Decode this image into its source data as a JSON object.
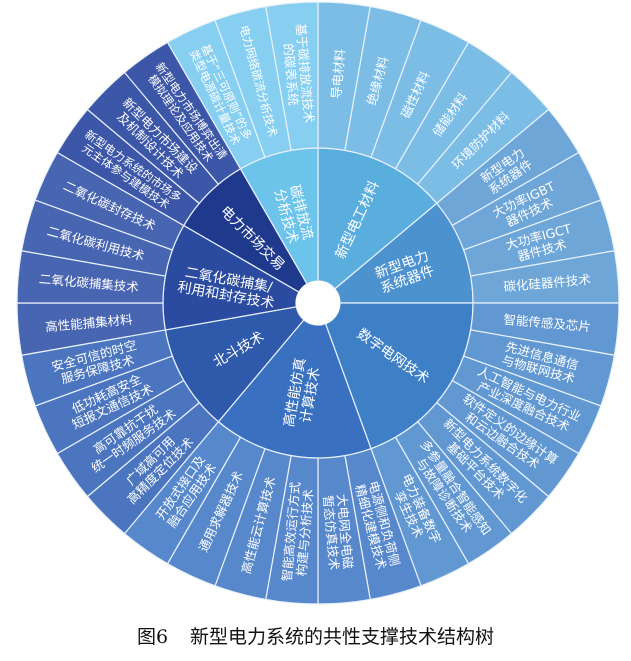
{
  "caption": {
    "figure_number": "图6",
    "title": "新型电力系统的共性支撑技术结构树"
  },
  "sunburst": [
    {
      "lines": [
        "新型电工材料"
      ],
      "color": "#5aaede",
      "leaf_color": "#7cbde6",
      "children": [
        {
          "lines": [
            "导电材料"
          ]
        },
        {
          "lines": [
            "绝缘材料"
          ]
        },
        {
          "lines": [
            "磁性材料"
          ]
        },
        {
          "lines": [
            "储能材料"
          ]
        },
        {
          "lines": [
            "环境防护材料"
          ]
        }
      ]
    },
    {
      "lines": [
        "新型电力",
        "系统器件"
      ],
      "color": "#4b92cf",
      "leaf_color": "#6ea6d8",
      "children": [
        {
          "lines": [
            "新型电力",
            "系统器件"
          ]
        },
        {
          "lines": [
            "大功率IGBT",
            "器件技术"
          ]
        },
        {
          "lines": [
            "大功率IGCT",
            "器件技术"
          ]
        },
        {
          "lines": [
            "碳化硅器件技术"
          ]
        }
      ]
    },
    {
      "lines": [
        "数字电网技术"
      ],
      "color": "#3e80c6",
      "leaf_color": "#6198d2",
      "children": [
        {
          "lines": [
            "智能传感及芯片"
          ]
        },
        {
          "lines": [
            "先进信息通信",
            "与物联网技术"
          ]
        },
        {
          "lines": [
            "人工智能与电力行业",
            "产业深度融合技术"
          ]
        },
        {
          "lines": [
            "软件定义的边缘计算",
            "和云边融合技术"
          ]
        },
        {
          "lines": [
            "新型电力系统数字化",
            "基础平台技术"
          ]
        },
        {
          "lines": [
            "多参量融合智能感知",
            "与故障诊断技术"
          ]
        },
        {
          "lines": [
            "电力装备数字",
            "孪生技术"
          ]
        }
      ]
    },
    {
      "lines": [
        "高性能仿真",
        "计算技术"
      ],
      "color": "#3970bf",
      "leaf_color": "#5788cb",
      "children": [
        {
          "lines": [
            "电源侧和负荷侧",
            "精细化建模技术"
          ]
        },
        {
          "lines": [
            "大电网全电磁",
            "暂态仿真技术"
          ]
        },
        {
          "lines": [
            "智能高效运行方式",
            "构建与分析技术"
          ]
        },
        {
          "lines": [
            "高性能云计算技术"
          ]
        },
        {
          "lines": [
            "通用求解器技术"
          ]
        },
        {
          "lines": [
            "开放式接口及",
            "融合应用技术"
          ]
        }
      ]
    },
    {
      "lines": [
        "北斗技术"
      ],
      "color": "#2f5aab",
      "leaf_color": "#4b76bf",
      "children": [
        {
          "lines": [
            "广域高可用",
            "高精度定位技术"
          ]
        },
        {
          "lines": [
            "高可靠抗干扰",
            "统一时频服务技术"
          ]
        },
        {
          "lines": [
            "低功耗高安全",
            "短报文通信技术"
          ]
        },
        {
          "lines": [
            "安全可信的时空",
            "服务保障技术"
          ]
        }
      ]
    },
    {
      "lines": [
        "二氧化碳捕集/",
        "利用和封存技术"
      ],
      "color": "#2a4ba0",
      "leaf_color": "#4865b2",
      "children": [
        {
          "lines": [
            "高性能捕集材料"
          ]
        },
        {
          "lines": [
            "二氧化碳捕集技术"
          ]
        },
        {
          "lines": [
            "二氧化碳利用技术"
          ]
        },
        {
          "lines": [
            "二氧化碳封存技术"
          ]
        }
      ]
    },
    {
      "lines": [
        "电力市场交易"
      ],
      "color": "#1f3a8c",
      "leaf_color": "#3d57a8",
      "children": [
        {
          "lines": [
            "新型电力系统的市场多",
            "元主体参与建模技术"
          ]
        },
        {
          "lines": [
            "新型电力市场建设",
            "及机制设计技术"
          ]
        },
        {
          "lines": [
            "新型电力市场博弈出清",
            "模拟理论及应用技术"
          ]
        }
      ]
    },
    {
      "lines": [
        "碳排放流",
        "分析技术"
      ],
      "color": "#6cc4ea",
      "leaf_color": "#86cff0",
      "children": [
        {
          "lines": [
            "基于“三可原则”的多",
            "类型电源碳计量技术"
          ]
        },
        {
          "lines": [
            "电力网络碳流分析技术"
          ]
        },
        {
          "lines": [
            "基于碳排放流技术",
            "的碳表系统"
          ]
        }
      ]
    }
  ]
}
